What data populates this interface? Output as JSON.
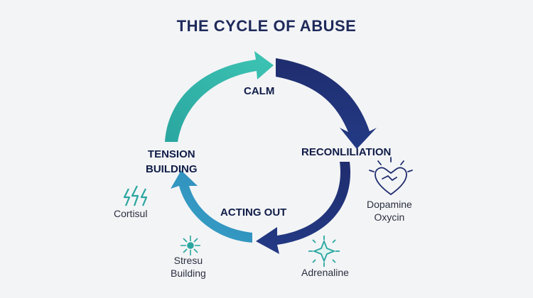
{
  "title": "THE CYCLE OF ABUSE",
  "colors": {
    "title": "#1e2a5a",
    "navy": "#1f2d6e",
    "teal": "#31b7a9",
    "steel_blue": "#2d8fbd",
    "label": "#0f1c47"
  },
  "stages": {
    "calm": "CALM",
    "reconciliation": "RECONLILIATION",
    "acting_out": "ACTING OUT",
    "tension_line1": "TENSION",
    "tension_line2": "BUILDING"
  },
  "hormones": {
    "cortisol": {
      "label": "Cortisul",
      "icon": "lightning-icon"
    },
    "stress_line1": "Stresu",
    "stress_line2": "Building",
    "stress_icon": "starburst-icon",
    "adrenaline": {
      "label": "Adrenaline",
      "icon": "starburst-icon"
    },
    "dopamine_line1": "Dopamine",
    "dopamine_line2": "Oxycin",
    "dopamine_icon": "heart-handshake-icon"
  }
}
